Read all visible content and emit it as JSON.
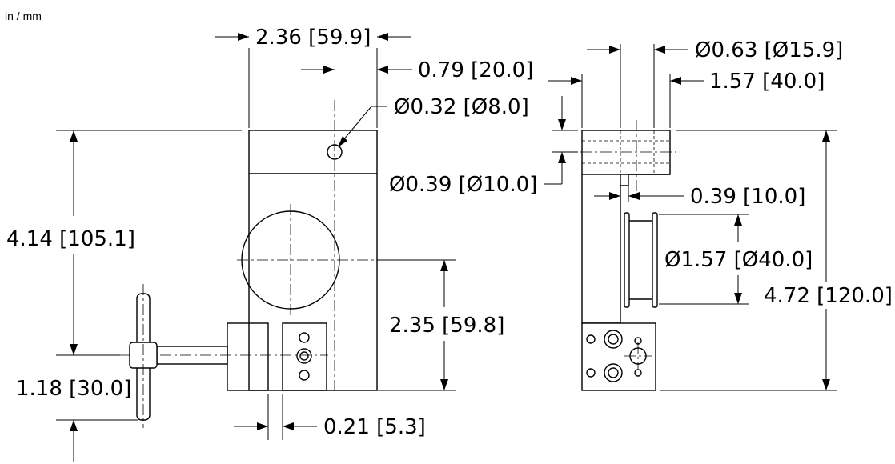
{
  "units_label": "in / mm",
  "dimensions": {
    "width_top": "2.36 [59.9]",
    "offset_hole": "0.79 [20.0]",
    "hole_small": "Ø0.32 [Ø8.0]",
    "height_total": "4.14 [105.1]",
    "height_axis": "2.35 [59.8]",
    "knob_height": "1.18 [30.0]",
    "clamp_gap": "0.21 [5.3]",
    "side_bore": "Ø0.63 [Ø15.9]",
    "side_depth": "1.57 [40.0]",
    "side_hole": "Ø0.39 [Ø10.0]",
    "side_thickness": "0.39 [10.0]",
    "spool_dia": "Ø1.57 [Ø40.0]",
    "side_height": "4.72 [120.0]"
  }
}
